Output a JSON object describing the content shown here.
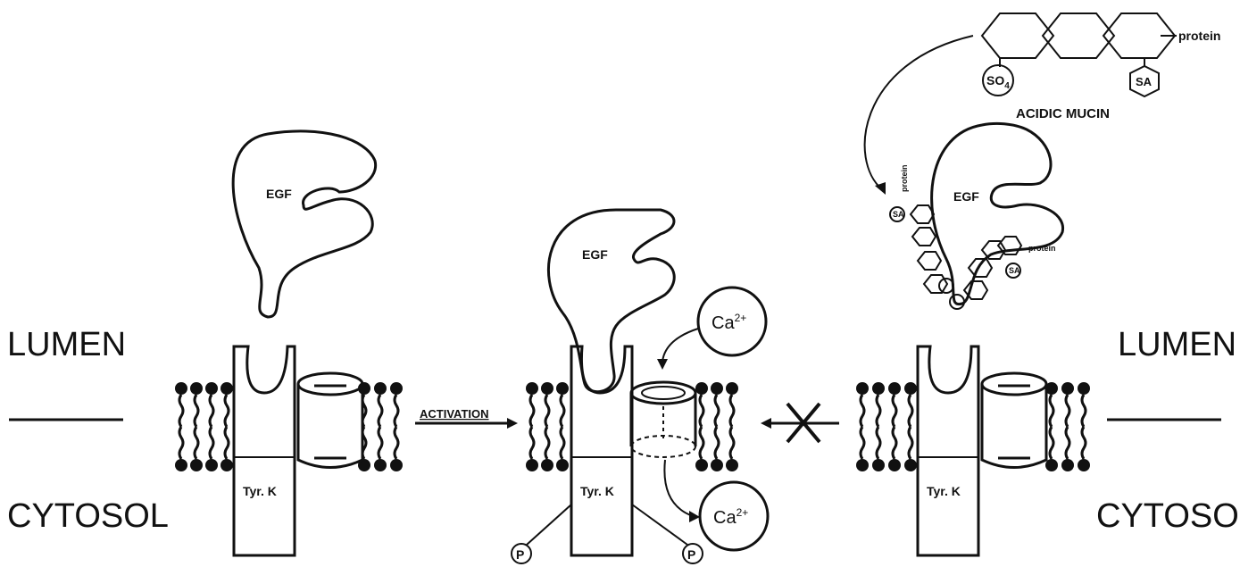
{
  "labels": {
    "lumen_left": "LUMEN",
    "cytosol_left": "CYTOSOL",
    "lumen_right": "LUMEN",
    "cytosol_right": "CYTOSOL",
    "egf": "EGF",
    "tyr_k": "Tyr. K",
    "activation": "ACTIVATION",
    "ca_in_base": "Ca",
    "ca_in_sup": "2+",
    "ca_out_base": "Ca",
    "ca_out_sup": "2+",
    "phospho": "P",
    "so4_base": "SO",
    "so4_sub": "4",
    "sa": "SA",
    "protein": "protein",
    "acidic_mucin": "ACIDIC MUCIN"
  }
}
